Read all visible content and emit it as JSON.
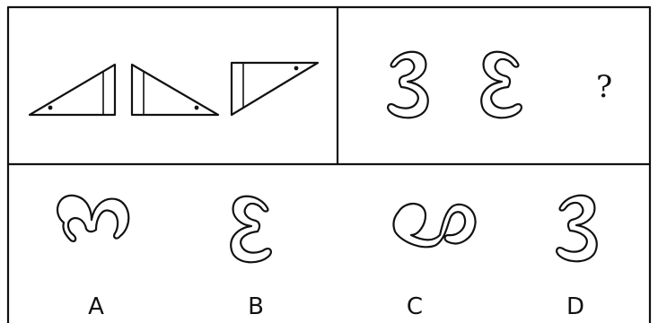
{
  "question_mark": "?",
  "options": [
    {
      "id": "A",
      "label": "A"
    },
    {
      "id": "B",
      "label": "B"
    },
    {
      "id": "C",
      "label": "C"
    },
    {
      "id": "D",
      "label": "D"
    }
  ],
  "colors": {
    "ink": "#111111",
    "background": "#ffffff"
  }
}
